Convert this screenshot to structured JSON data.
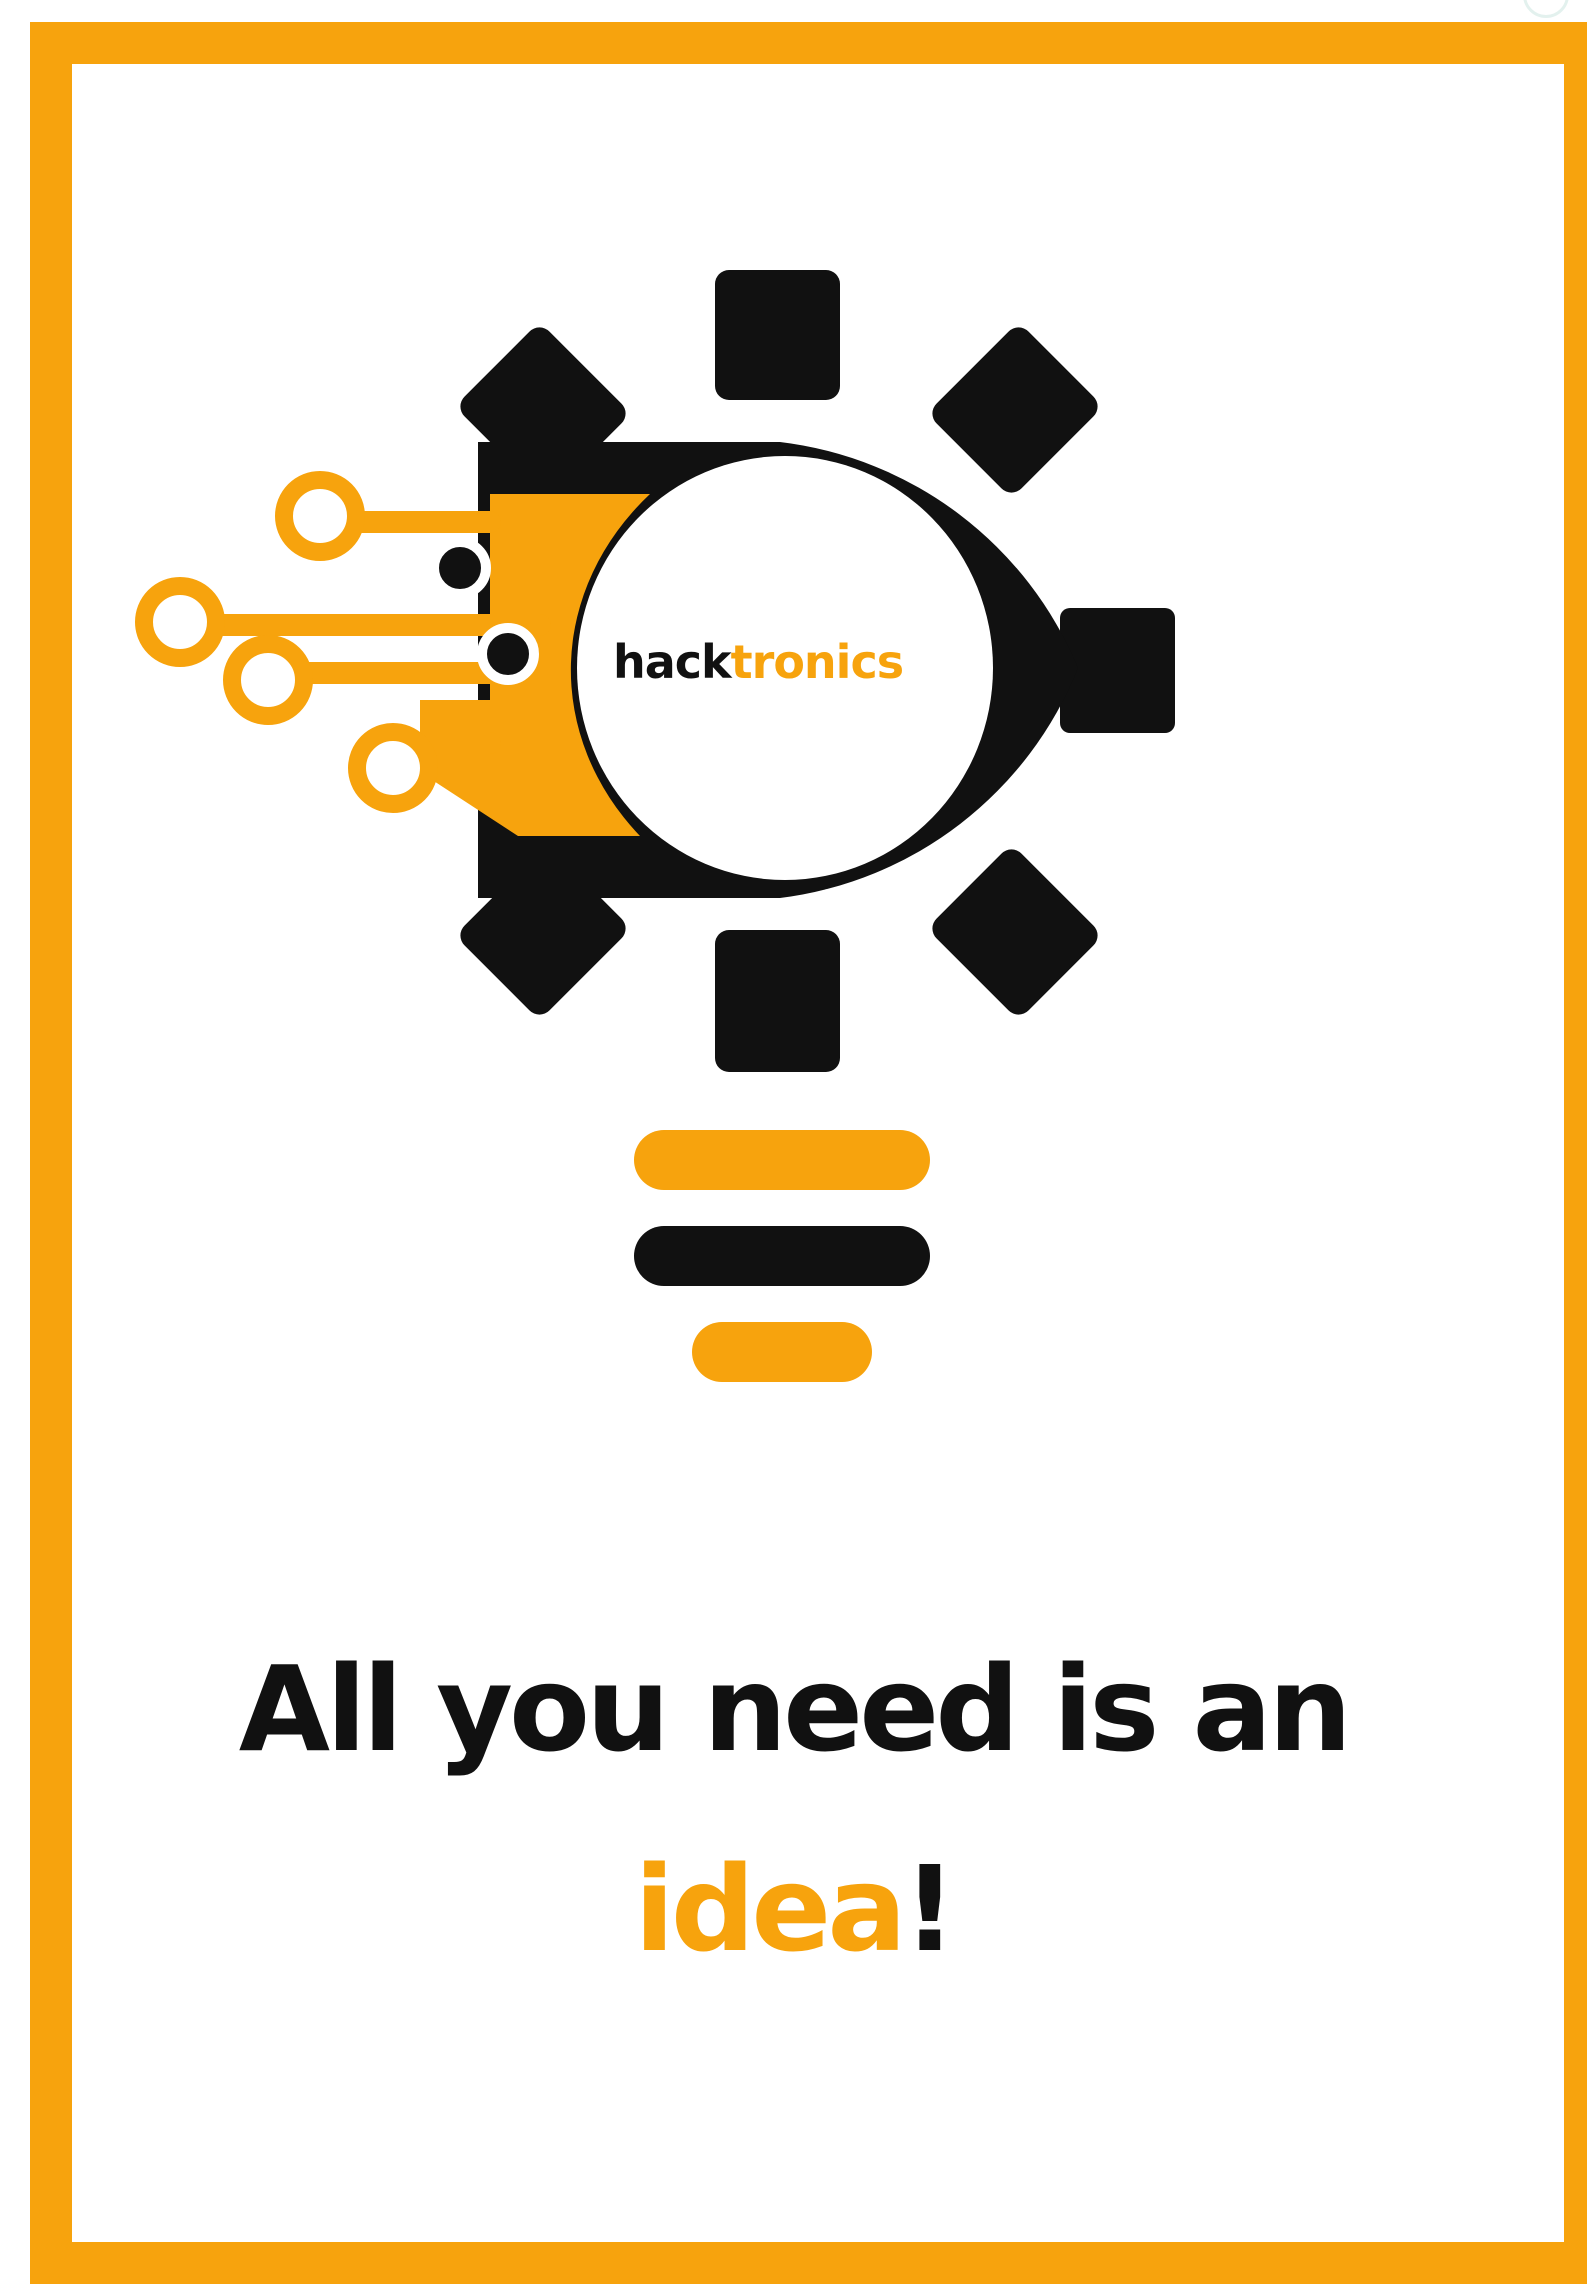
{
  "logo": {
    "word_part1": "hack",
    "word_part2": "tronics",
    "colors": {
      "accent": "#f7a30d",
      "dark": "#111111",
      "background": "#ffffff"
    }
  },
  "tagline": {
    "line1": "All you need is an",
    "highlight": "idea",
    "suffix": "!"
  }
}
